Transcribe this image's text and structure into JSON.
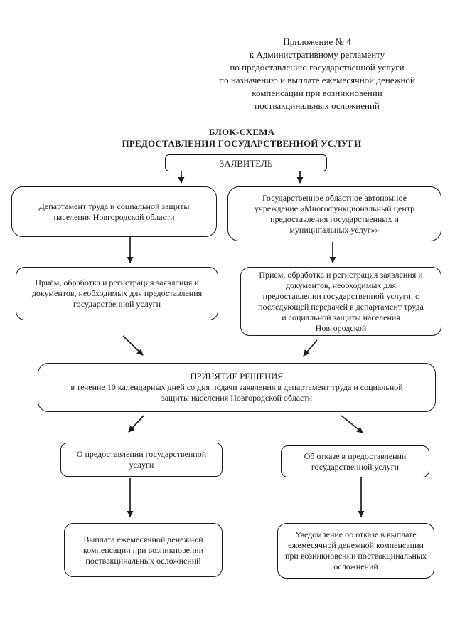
{
  "header": {
    "lines": [
      "Приложение № 4",
      "к Административному регламенту",
      "по предоставлению государственной услуги",
      "по назначению и выплате ежемесячной денежной",
      "компенсации при возникновении",
      "поствакцинальных осложнений"
    ]
  },
  "title": {
    "line1": "БЛОК-СХЕМА",
    "line2": "ПРЕДОСТАВЛЕНИЯ ГОСУДАРСТВЕННОЙ УСЛУГИ"
  },
  "flowchart": {
    "nodes": {
      "applicant": {
        "label": "ЗАЯВИТЕЛЬ"
      },
      "department": {
        "label": "Департамент труда и социальной защиты населения Новгородской области"
      },
      "mfc": {
        "label": "Государственное областное автономное учреждение «Многофункциональный центр предоставления государственных и муниципальных услуг»»"
      },
      "intake_department": {
        "label": "Приём, обработка и регистрация заявления и документов, необходимых для предоставления государственной услуги"
      },
      "intake_mfc": {
        "label": "Прием, обработка и регистрация заявления и документов, необходимых для предоставлении государственной услуги, с последующей передачей в департамент труда и социальной защиты населения Новгородской"
      },
      "decision": {
        "title": "ПРИНЯТИЕ РЕШЕНИЯ",
        "subtitle": "в течение 10 календарных дней со дня подачи заявления в департамент труда и социальной защиты населения Новгородской области"
      },
      "outcome_provide": {
        "label": "О предоставлении государственной услуги"
      },
      "outcome_refuse": {
        "label": "Об отказе в предоставлении государственной услуги"
      },
      "result_payment": {
        "label": "Выплата ежемесячной денежной компенсации при возникновении поствакцинальных осложнений"
      },
      "result_refusal_notice": {
        "label": "Уведомление об отказе в выплате ежемесячной денежной компенсации при возникновении поствакцинальных осложнений"
      }
    }
  },
  "colors": {
    "ink": "#1c1c1c",
    "paper": "#ffffff"
  }
}
